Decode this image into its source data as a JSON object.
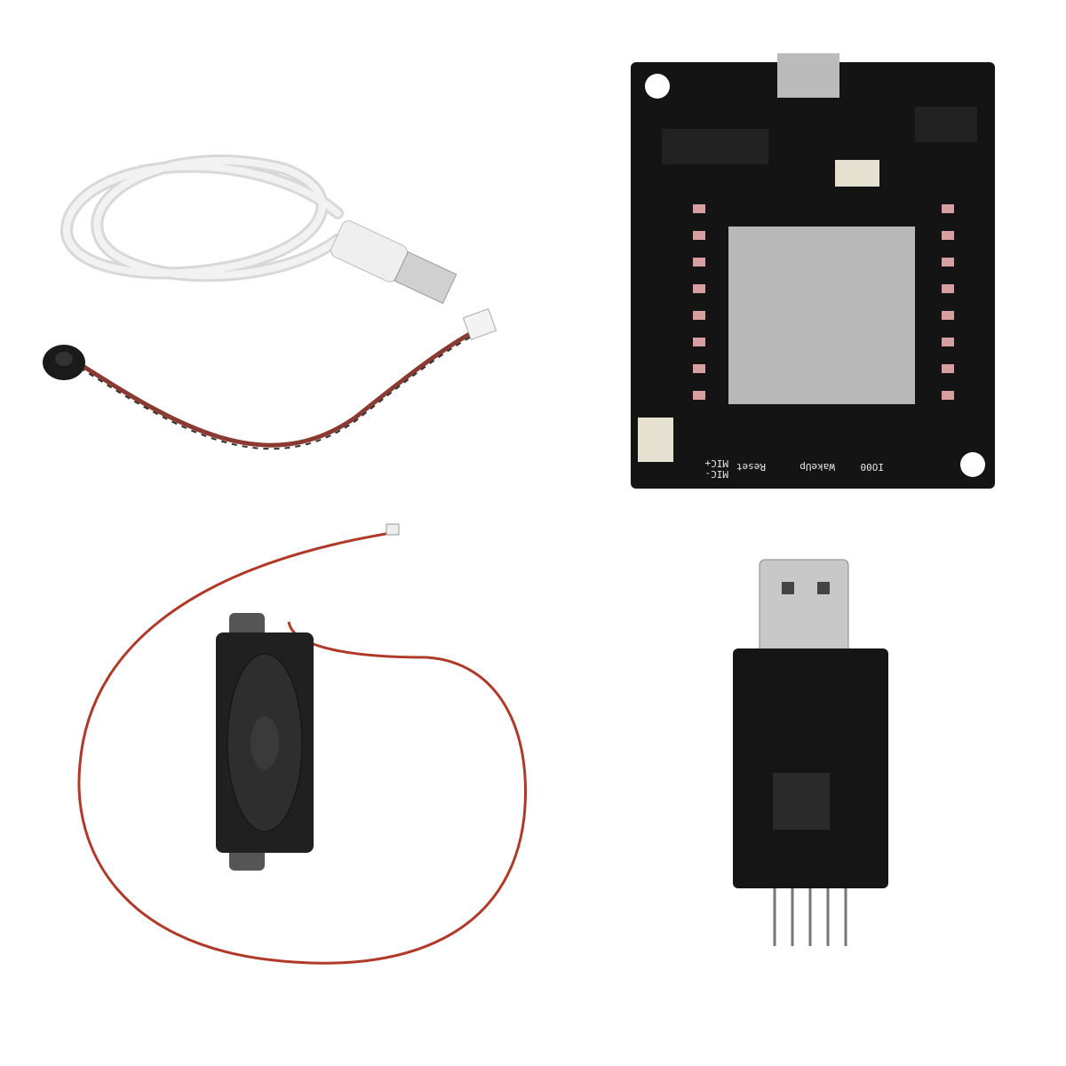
{
  "board": {
    "silkscreen": {
      "mic_minus": "MIC-",
      "mic_plus": "MIC+",
      "reset": "Reset",
      "wakeup": "WakeUp",
      "io0": "IO00"
    }
  },
  "colors": {
    "background": "#ffffff",
    "pcb": "#141414",
    "shield": "#b8b8b8",
    "cable_white": "#e6e6e6",
    "wire_red": "#b03a2a"
  }
}
